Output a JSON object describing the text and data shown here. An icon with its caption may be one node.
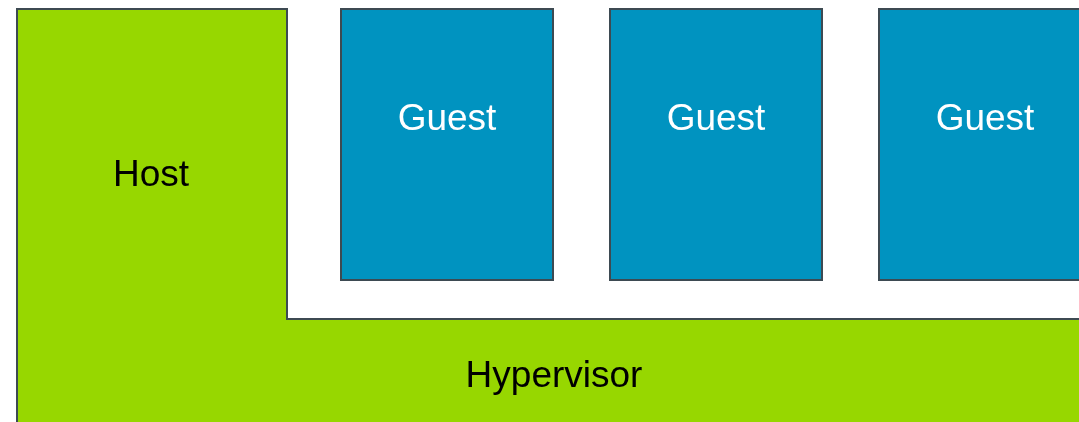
{
  "diagram": {
    "nodes": [
      {
        "text": [
          "Host",
          "Hypervisor"
        ]
      },
      {
        "text": [
          "Guest"
        ]
      },
      {
        "text": [
          "Guest"
        ]
      },
      {
        "text": [
          "Guest"
        ]
      }
    ]
  }
}
